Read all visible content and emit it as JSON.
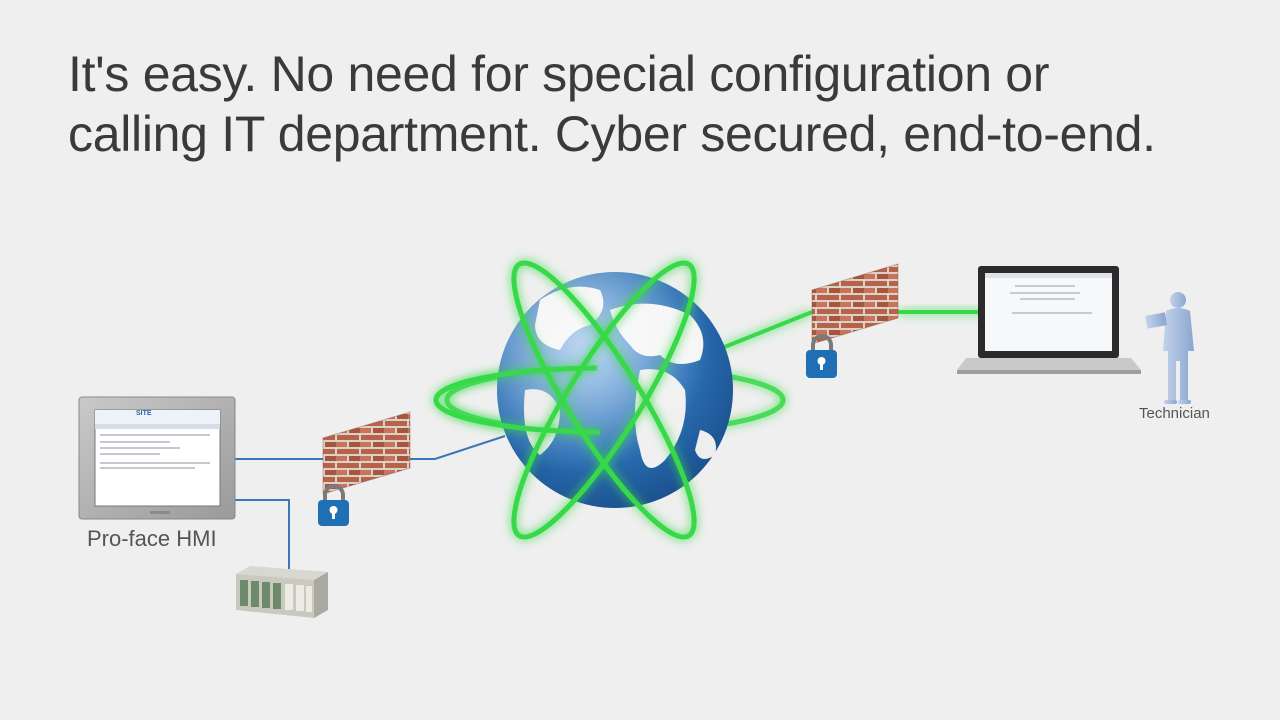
{
  "headline": {
    "line1": "It's easy. No need for special configuration or",
    "line2": "calling IT department. Cyber secured, end-to-end."
  },
  "labels": {
    "hmi": "Pro-face HMI",
    "technician": "Technician"
  },
  "hmi_screen": {
    "brand": "SITE"
  },
  "colors": {
    "background": "#efefef",
    "link_line": "#3b76b8",
    "secure_tunnel": "#39d94a",
    "brick": "#b9624a",
    "lock": "#1e6fb3",
    "technician": "#9fb6d8",
    "globe_ocean": "#2a6fb5"
  },
  "icons": [
    "globe-icon",
    "firewall-icon",
    "padlock-icon",
    "laptop-icon",
    "technician-icon",
    "hmi-panel-icon",
    "plc-rack-icon"
  ]
}
